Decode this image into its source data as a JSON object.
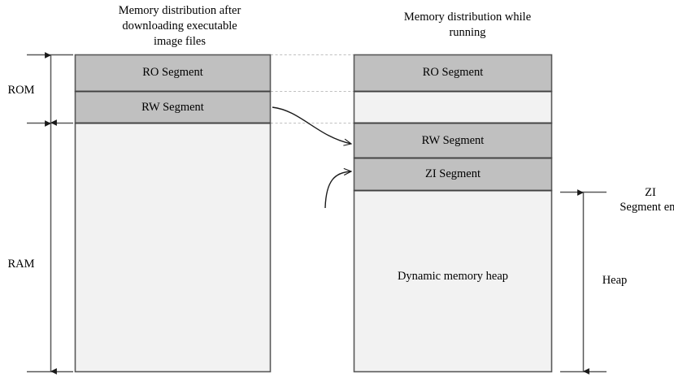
{
  "diagram": {
    "title_left": "Memory distribution after\ndownloading executable\nimage files",
    "title_right": "Memory distribution while\nrunning",
    "colors": {
      "segment_fill": "#c0c0c0",
      "empty_fill": "#f2f2f2",
      "border": "#595959",
      "divider": "#404040",
      "dotted": "#bfbfbf",
      "arrow": "#1a1a1a",
      "bracket": "#595959",
      "text": "#000000",
      "background": "#ffffff"
    },
    "left_column": {
      "name": "download-image-memory-map",
      "segments": [
        {
          "id": "ro",
          "label": "RO Segment",
          "filled": true
        },
        {
          "id": "rw",
          "label": "RW Segment",
          "filled": true
        },
        {
          "id": "free",
          "label": "",
          "filled": false
        }
      ]
    },
    "right_column": {
      "name": "runtime-memory-map",
      "segments": [
        {
          "id": "ro",
          "label": "RO Segment",
          "filled": true
        },
        {
          "id": "gap",
          "label": "",
          "filled": false
        },
        {
          "id": "rw",
          "label": "RW Segment",
          "filled": true
        },
        {
          "id": "zi",
          "label": "ZI Segment",
          "filled": true
        },
        {
          "id": "heap",
          "label": "Dynamic memory heap",
          "filled": false
        }
      ]
    },
    "left_brackets": [
      {
        "id": "rom",
        "label": "ROM"
      },
      {
        "id": "ram",
        "label": "RAM"
      }
    ],
    "right_brackets": [
      {
        "id": "zi-segment-end",
        "label": "ZI\nSegment end"
      },
      {
        "id": "heap",
        "label": "Heap"
      }
    ],
    "connectors": [
      {
        "id": "rw-copy-arrow",
        "from": "left RW Segment",
        "to": "right RW Segment"
      },
      {
        "id": "zi-create-arrow",
        "from": "below",
        "to": "right ZI Segment"
      }
    ],
    "guide_lines": [
      {
        "id": "guide-top"
      },
      {
        "id": "guide-ro-bottom"
      },
      {
        "id": "guide-rw-bottom"
      }
    ]
  }
}
